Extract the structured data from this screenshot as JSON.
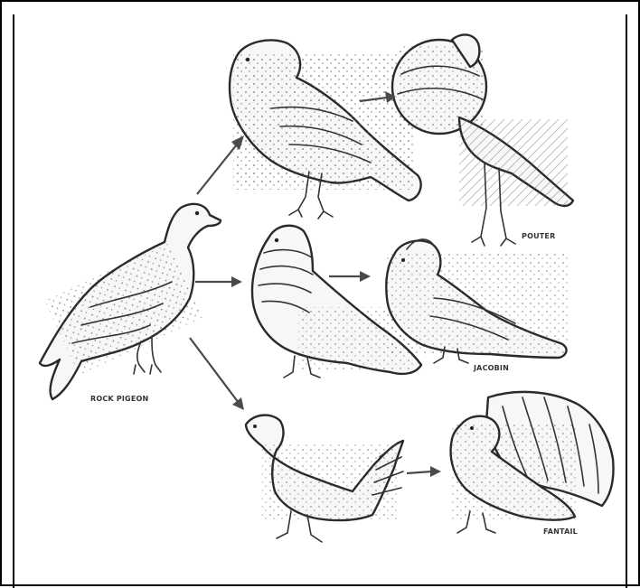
{
  "labels": {
    "rock_pigeon": "ROCK PIGEON",
    "pouter": "POUTER",
    "jacobin": "JACOBIN",
    "fantail": "FANTAIL"
  },
  "colors": {
    "ink": "#2a2a2a",
    "paper": "#ffffff",
    "border": "#000000"
  }
}
